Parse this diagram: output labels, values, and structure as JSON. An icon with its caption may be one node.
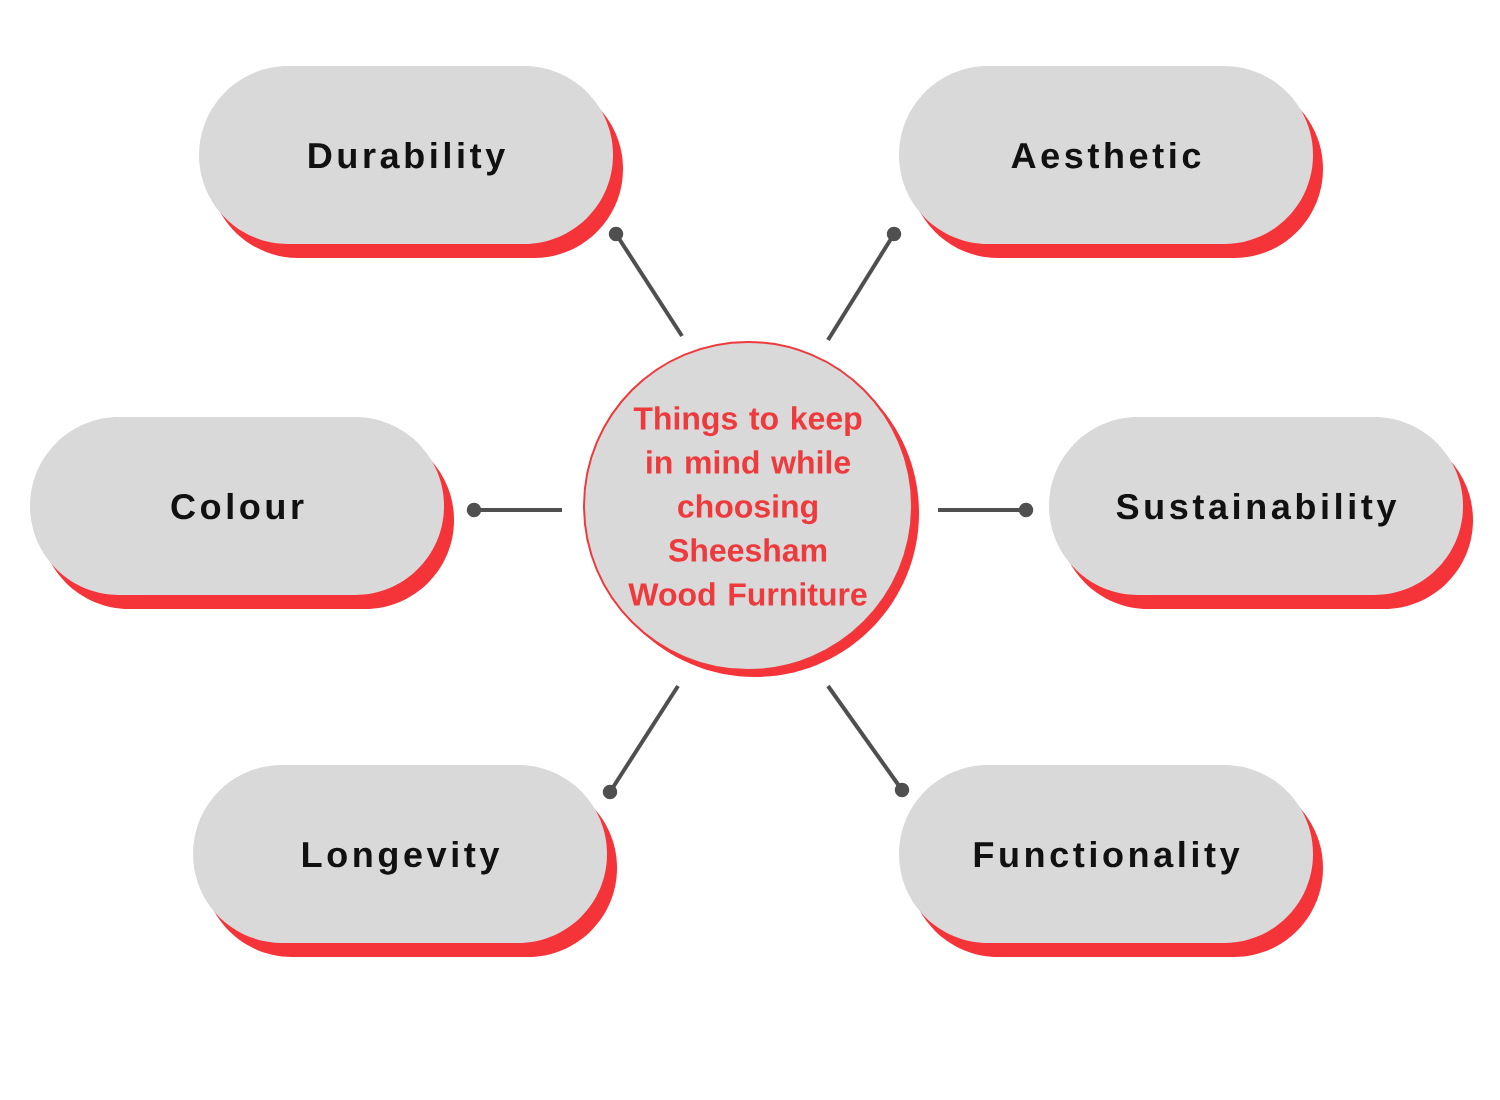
{
  "diagram": {
    "nodes": [
      {
        "text": [
          "Things to keep in mind while choosing Sheesham Wood Furniture"
        ]
      },
      {
        "text": [
          "Durability"
        ]
      },
      {
        "text": [
          "Aesthetic"
        ]
      },
      {
        "text": [
          "Colour"
        ]
      },
      {
        "text": [
          "Sustainability"
        ]
      },
      {
        "text": [
          "Longevity"
        ]
      },
      {
        "text": [
          "Functionality"
        ]
      }
    ],
    "edges": [
      {
        "from": 0,
        "to": 1,
        "arrow": "other"
      },
      {
        "from": 0,
        "to": 2,
        "arrow": "other"
      },
      {
        "from": 0,
        "to": 3,
        "arrow": "other"
      },
      {
        "from": 0,
        "to": 4,
        "arrow": "other"
      },
      {
        "from": 0,
        "to": 5,
        "arrow": "other"
      },
      {
        "from": 0,
        "to": 6,
        "arrow": "other"
      }
    ]
  }
}
